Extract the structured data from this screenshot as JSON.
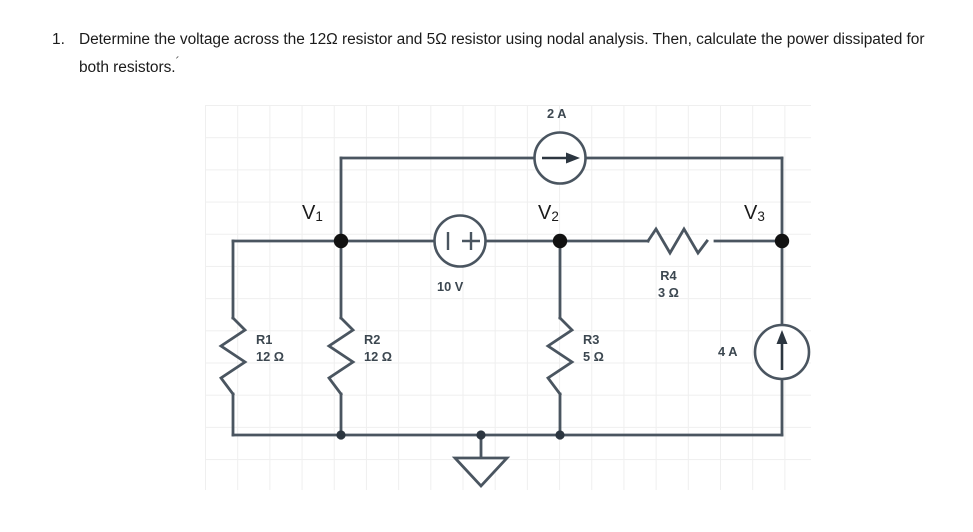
{
  "question": {
    "number": "1.",
    "text": "Determine the voltage across the 12Ω resistor and 5Ω resistor using nodal analysis. Then, calculate the power dissipated for both resistors.",
    "stray_mark": "´"
  },
  "circuit": {
    "title": "nodal-analysis-circuit",
    "wire_color": "#4a5560",
    "grid_color": "#efefef",
    "node_labels": [
      {
        "name": "V1",
        "base": "V",
        "sub": "1"
      },
      {
        "name": "V2",
        "base": "V",
        "sub": "2"
      },
      {
        "name": "V3",
        "base": "V",
        "sub": "3"
      }
    ],
    "resistors": [
      {
        "id": "R1",
        "designator": "R1",
        "value": "12 Ω",
        "orientation": "vertical"
      },
      {
        "id": "R2",
        "designator": "R2",
        "value": "12 Ω",
        "orientation": "vertical"
      },
      {
        "id": "R3",
        "designator": "R3",
        "value": "5 Ω",
        "orientation": "vertical"
      },
      {
        "id": "R4",
        "designator": "R4",
        "value": "3 Ω",
        "orientation": "horizontal"
      }
    ],
    "sources": [
      {
        "id": "I1",
        "type": "current",
        "label": "2 A",
        "symbol": "arrow-right"
      },
      {
        "id": "V_src",
        "type": "voltage",
        "label": "10 V",
        "symbol": "bar-plus",
        "inner_text": "| +"
      },
      {
        "id": "I2",
        "type": "current",
        "label": "4 A",
        "symbol": "arrow-up"
      }
    ],
    "ground": {
      "id": "GND",
      "symbol": "triangle-ground"
    }
  }
}
